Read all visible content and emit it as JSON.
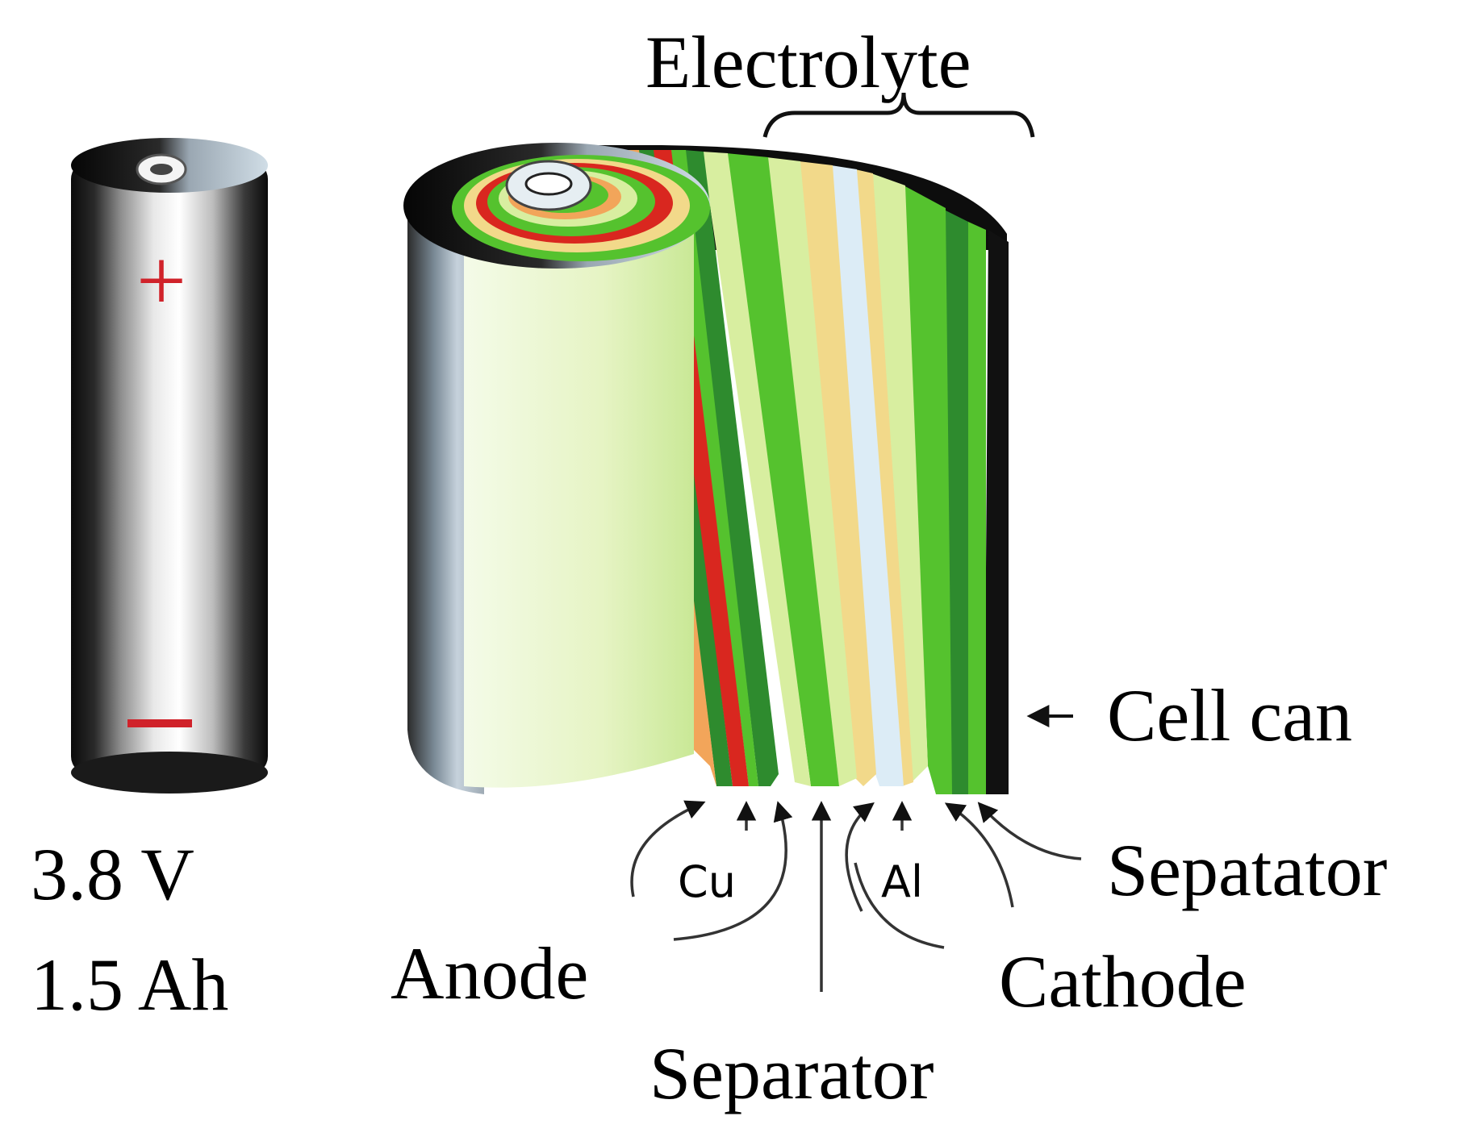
{
  "battery": {
    "plus_sign": "+",
    "minus_sign": "−",
    "voltage": "3.8 V",
    "capacity": "1.5 Ah"
  },
  "labels": {
    "electrolyte": "Electrolyte",
    "cell_can": "Cell can",
    "sepatator": "Sepatator",
    "cathode": "Cathode",
    "anode": "Anode",
    "separator": "Separator",
    "cu": "Cu",
    "al": "Al"
  },
  "colors": {
    "orange_layer": "#f2a55a",
    "red_layer": "#d9271f",
    "dark_green_layer": "#2e8b2e",
    "bright_green_layer": "#55c22e",
    "light_green_layer": "#d8eea0",
    "yellow_layer": "#f2d98a",
    "light_blue_layer": "#dcecf6",
    "black_layer": "#111111"
  }
}
